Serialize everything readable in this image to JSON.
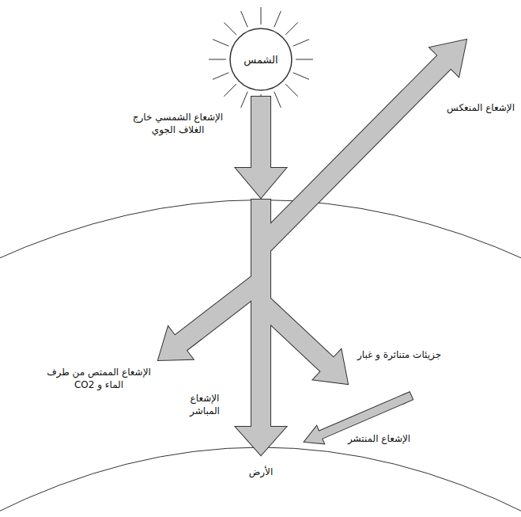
{
  "diagram": {
    "nodes": [
      {
        "text": [
          "الشمس"
        ]
      }
    ],
    "labels": [
      "الإشعاع الشمسي خارج الغلاف الجوي",
      "الإشعاع المنعكس",
      "الإشعاع الممتص من طرف الماء و CO2",
      "جزيئات متناثرة و غبار",
      "الإشعاع المباشر",
      "الإشعاع المنتشر",
      "الأرض"
    ]
  }
}
